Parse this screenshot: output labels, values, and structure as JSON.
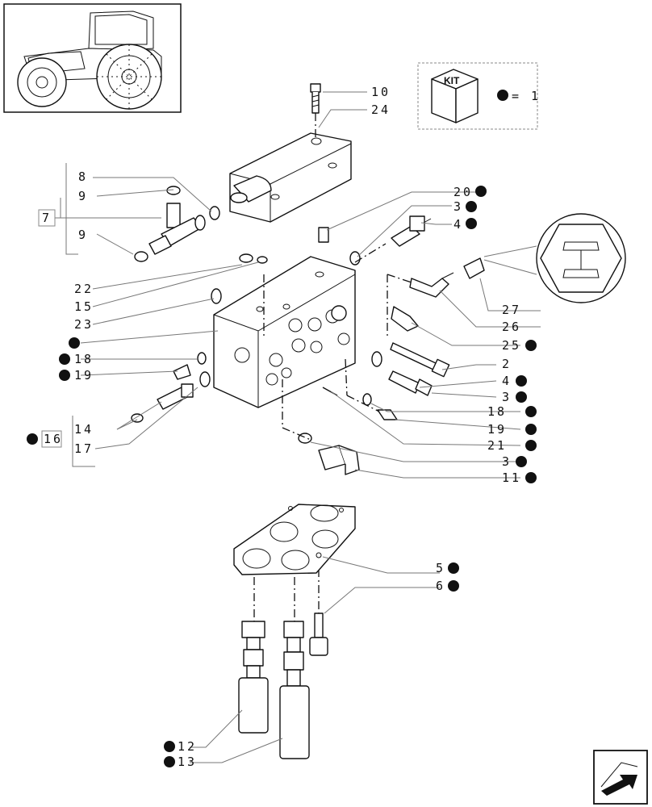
{
  "kit_legend": {
    "label": "KIT",
    "equals_text": "= 1"
  },
  "callouts": {
    "n10": "10",
    "n24": "24",
    "n8": "8",
    "n9a": "9",
    "n7": "7",
    "n9b": "9",
    "n20": "20",
    "n3a": "3",
    "n4a": "4",
    "n22": "22",
    "n15": "15",
    "n23": "23",
    "n18a": "18",
    "n19a": "19",
    "n27": "27",
    "n26": "26",
    "n25": "25",
    "n2": "2",
    "n4b": "4",
    "n3b": "3",
    "n18b": "18",
    "n19b": "19",
    "n21": "21",
    "n3c": "3",
    "n11": "11",
    "n14": "14",
    "n16": "16",
    "n17": "17",
    "n5": "5",
    "n6": "6",
    "n12": "12",
    "n13": "13"
  },
  "icons": {
    "tractor": "tractor-thumbnail-icon",
    "kit": "kit-box-icon",
    "kit_marker": "filled-dot-icon",
    "nav": "next-page-arrow-icon"
  }
}
